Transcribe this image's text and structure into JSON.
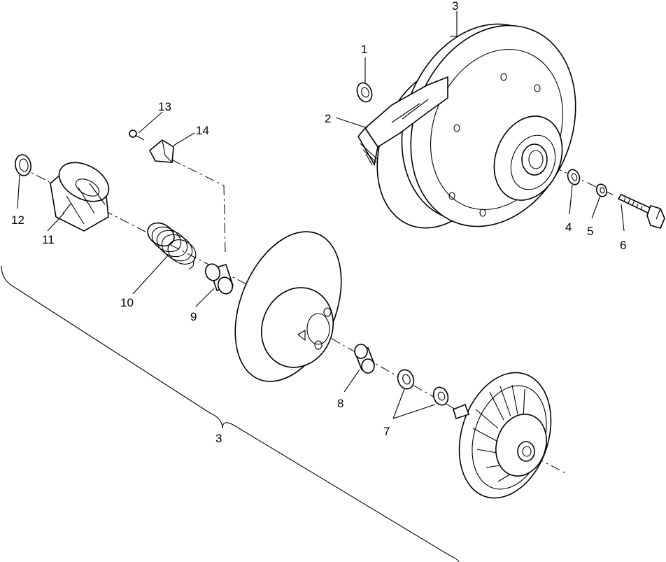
{
  "callouts": {
    "c1": "1",
    "c2": "2",
    "c3_top": "3",
    "c4": "4",
    "c5": "5",
    "c6": "6",
    "c7": "7",
    "c8": "8",
    "c9": "9",
    "c10": "10",
    "c11": "11",
    "c12": "12",
    "c13": "13",
    "c14": "14",
    "c3_bracket": "3"
  }
}
